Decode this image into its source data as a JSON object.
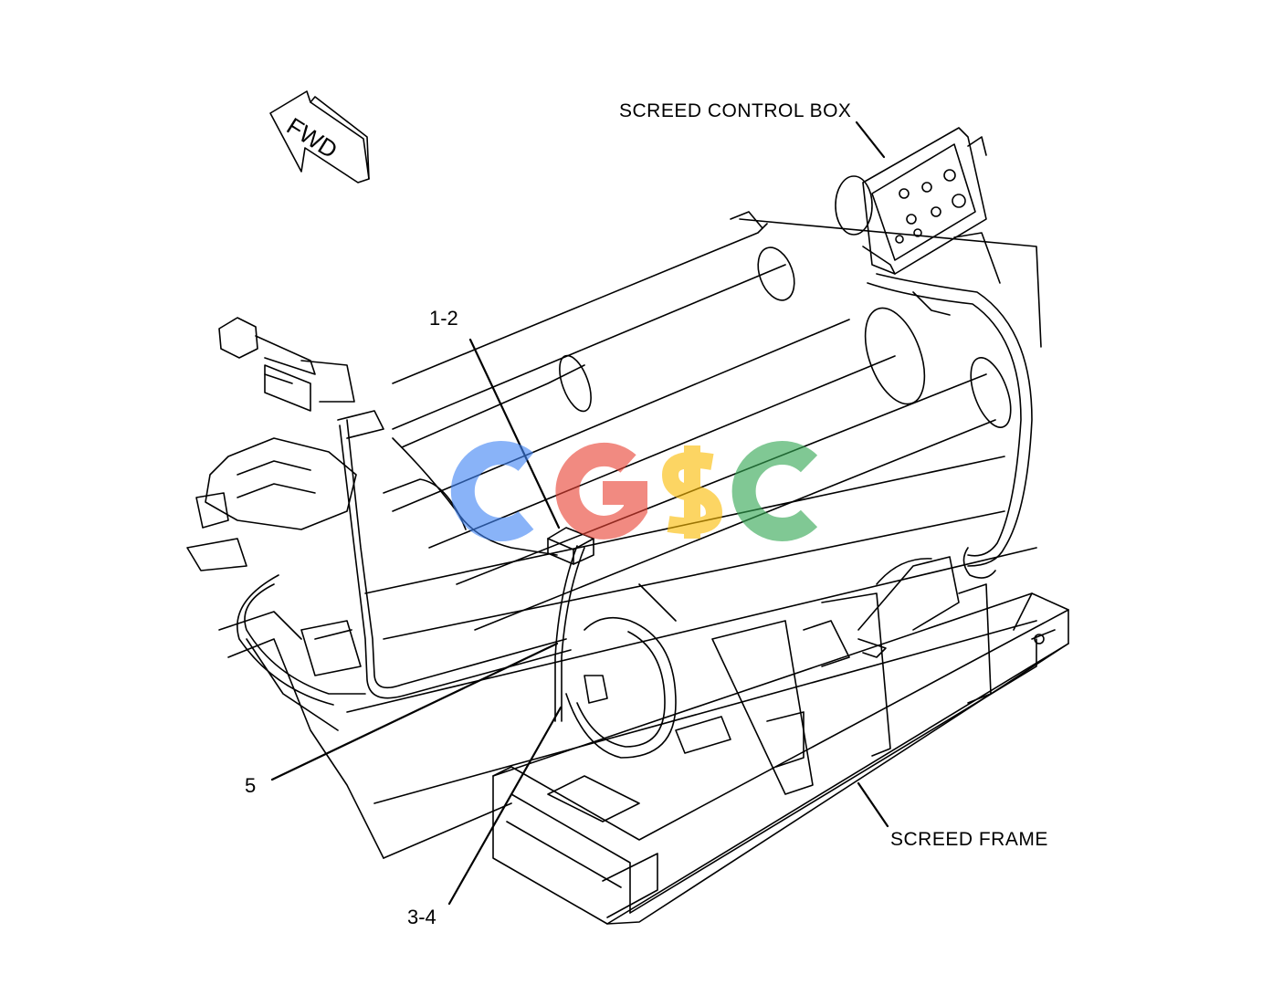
{
  "callouts": {
    "c12": "1-2",
    "c34": "3-4",
    "c5": "5"
  },
  "labels": {
    "control_box": "SCREED CONTROL BOX",
    "frame": "SCREED FRAME"
  },
  "direction": {
    "text": "FWD",
    "icon": "forward-arrow-icon"
  },
  "watermark": {
    "text": "CGSC",
    "colors": [
      "#4285f4",
      "#ea4335",
      "#fbbc05",
      "#34a853"
    ]
  }
}
